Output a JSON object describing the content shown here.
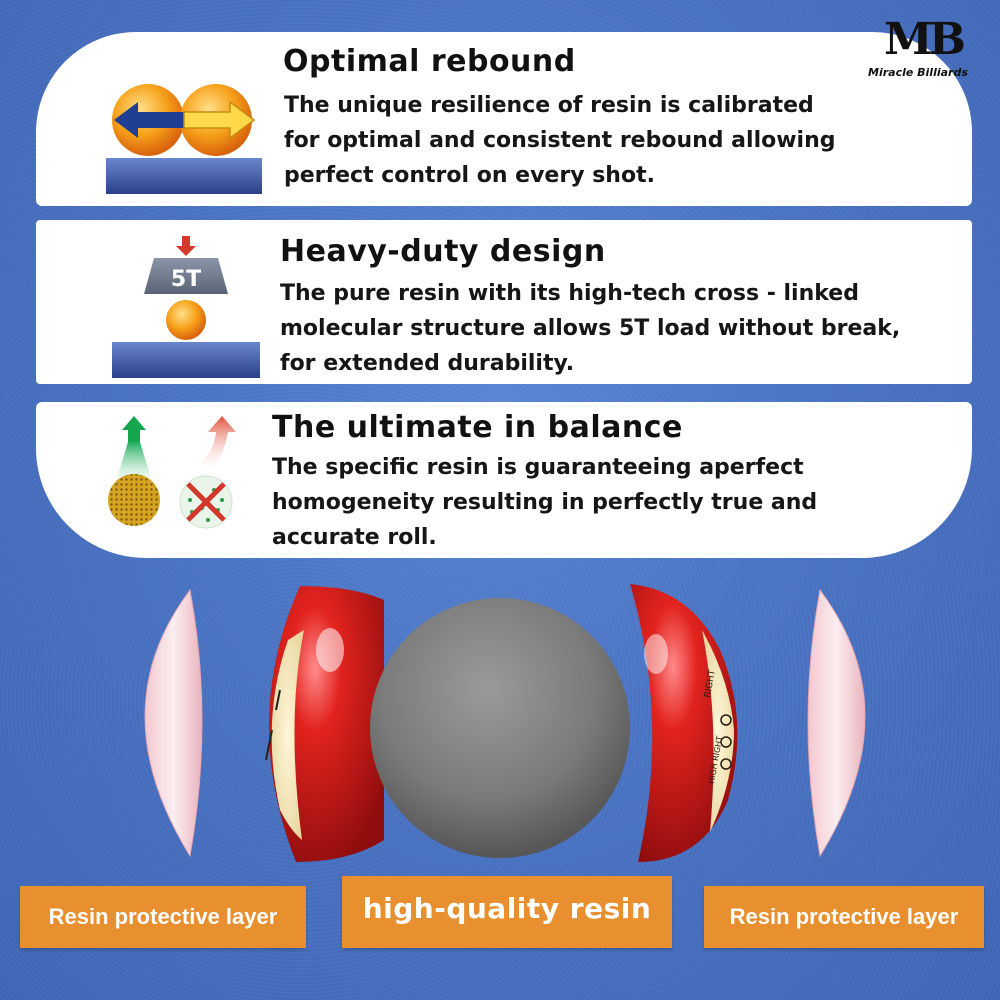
{
  "brand": {
    "mark": "MB",
    "name": "Miracle Billiards"
  },
  "features": [
    {
      "title": "Optimal rebound",
      "lines": [
        "The unique resilience of resin is calibrated",
        "for optimal and consistent rebound allowing",
        "perfect control on every shot."
      ],
      "icon": "rebound-balls-icon"
    },
    {
      "title": "Heavy-duty design",
      "lines": [
        "The pure resin with its high-tech cross - linked",
        "molecular structure allows 5T load without break,",
        "for extended durability."
      ],
      "icon": "load-press-icon",
      "icon_text": "5T"
    },
    {
      "title": "The ultimate in balance",
      "lines": [
        "The specific resin is guaranteeing aperfect",
        "homogeneity resulting in perfectly true and",
        "accurate roll."
      ],
      "icon": "balance-comparison-icon"
    }
  ],
  "ball_markings": {
    "right": "RIGHT",
    "high_right": "HIGH RIGHT"
  },
  "labels": {
    "left": "Resin protective layer",
    "center": "high-quality resin",
    "right": "Resin protective layer"
  },
  "colors": {
    "background": "#4a74c4",
    "panel": "#ffffff",
    "label": "#e8902f",
    "ball_shell": "#d81c1c",
    "core": "#7a7a7a"
  }
}
